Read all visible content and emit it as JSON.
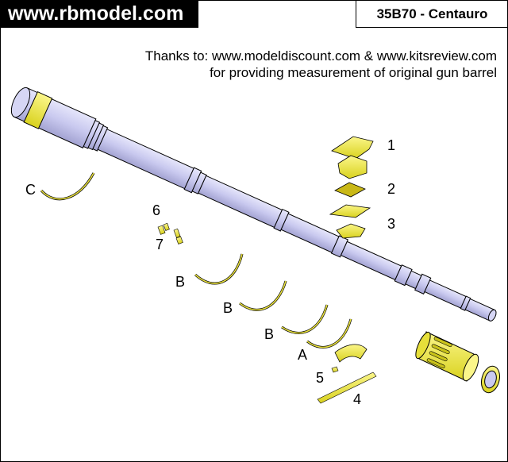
{
  "header": {
    "site": "www.rbmodel.com",
    "model": "35B70 - Centauro"
  },
  "credits": {
    "line1": "Thanks to: www.modeldiscount.com & www.kitsreview.com",
    "line2": "for providing measurement of original gun barrel"
  },
  "part_labels": {
    "p1": "1",
    "p2": "2",
    "p3": "3",
    "p4": "4",
    "p5": "5",
    "p6": "6",
    "p7": "7",
    "a": "A",
    "b1": "B",
    "b2": "B",
    "b3": "B",
    "c": "C"
  },
  "colors": {
    "barrel": "#c9c9ef",
    "barrel_shadow": "#9d9dcf",
    "etched_part": "#f1ec4a",
    "outline": "#000000"
  }
}
